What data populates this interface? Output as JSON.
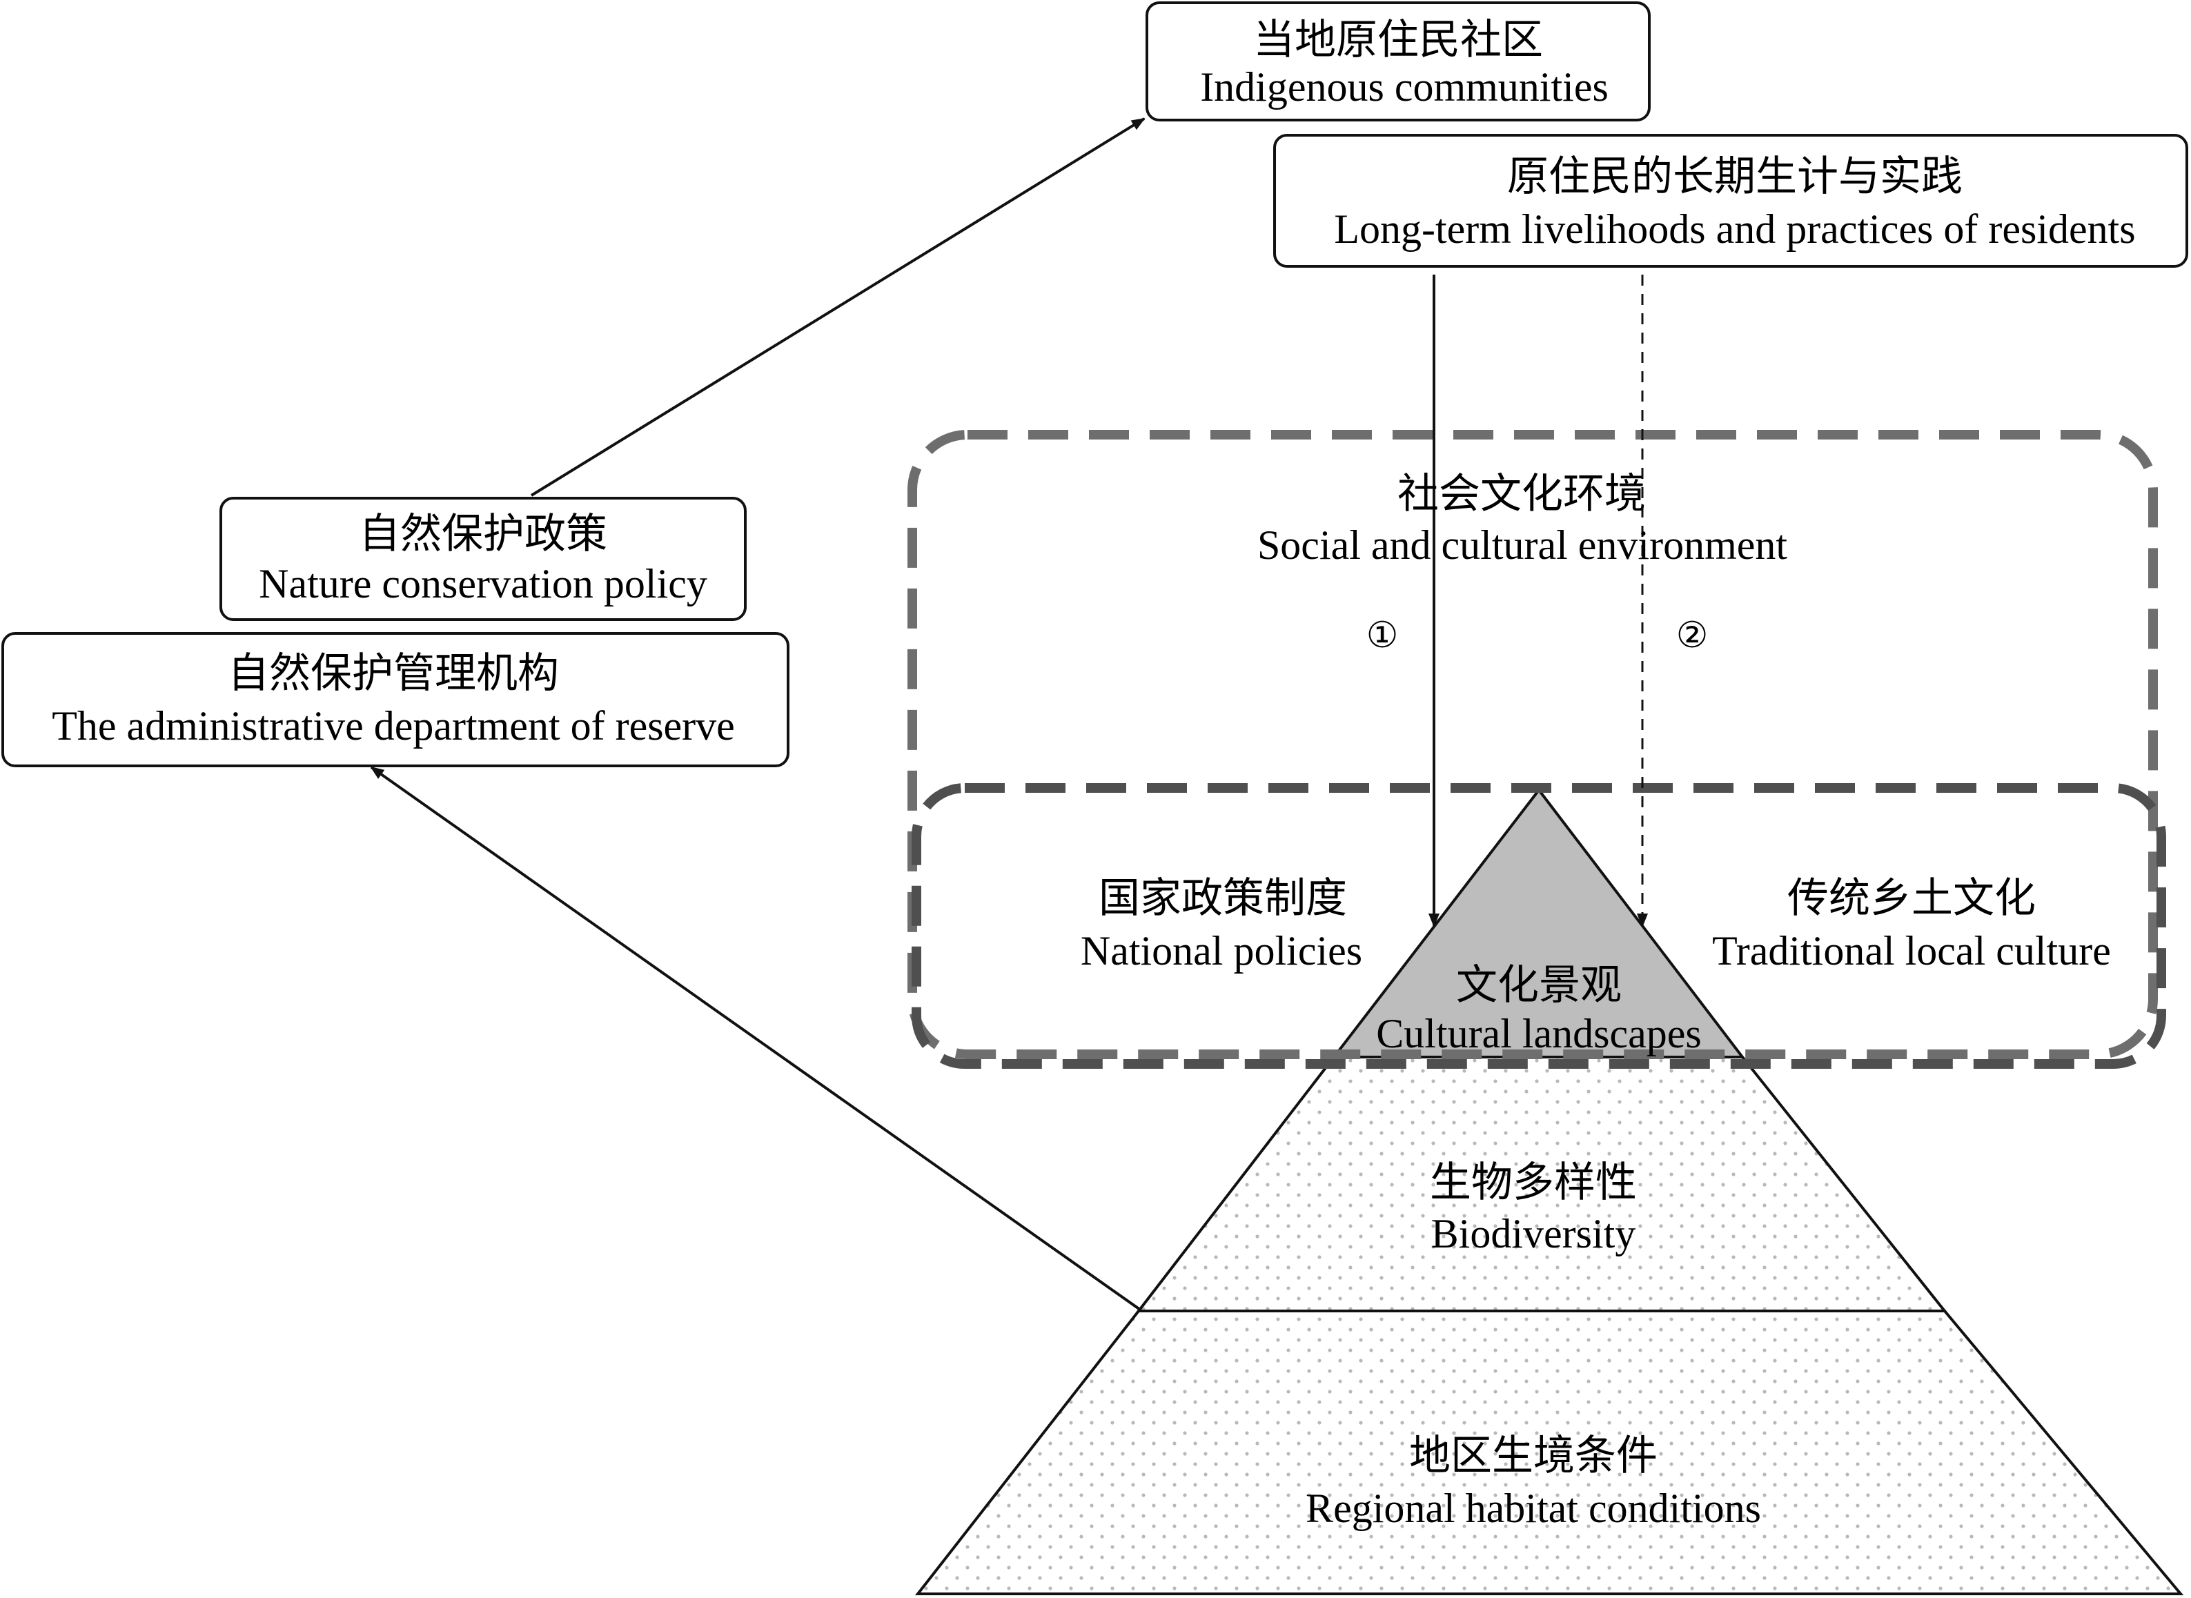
{
  "boxes": {
    "indigenous": {
      "zh": "当地原住民社区",
      "en": "Indigenous communities"
    },
    "livelihoods": {
      "zh": "原住民的长期生计与实践",
      "en": "Long-term livelihoods and practices of residents"
    },
    "policy": {
      "zh": "自然保护政策",
      "en": "Nature conservation policy"
    },
    "admin": {
      "zh": "自然保护管理机构",
      "en": "The administrative department of reserve"
    }
  },
  "environment": {
    "social": {
      "zh": "社会文化环境",
      "en": "Social and cultural environment"
    },
    "national": {
      "zh": "国家政策制度",
      "en": "National policies"
    },
    "traditional": {
      "zh": "传统乡土文化",
      "en": "Traditional local culture"
    }
  },
  "pyramid": {
    "top": {
      "zh": "文化景观",
      "en": "Cultural landscapes"
    },
    "middle": {
      "zh": "生物多样性",
      "en": "Biodiversity"
    },
    "bottom": {
      "zh": "地区生境条件",
      "en": "Regional habitat conditions"
    }
  },
  "markers": {
    "one": "①",
    "two": "②"
  },
  "colors": {
    "line": "#111111",
    "outer_dash": "#6e6e6e",
    "inner_dash": "#4f4f4f",
    "apex_fill": "#bdbdbd",
    "dot": "#b8b8b8"
  }
}
